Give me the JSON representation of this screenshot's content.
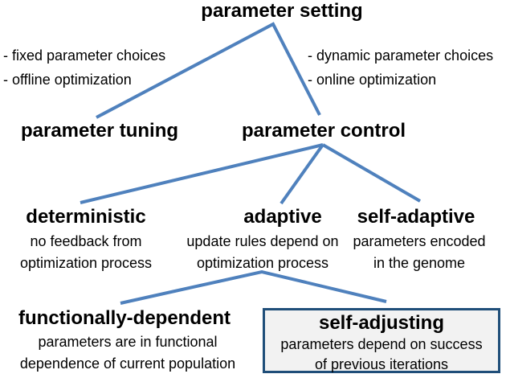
{
  "diagram": {
    "title": "parameter setting",
    "notes": {
      "left_line1": "- fixed parameter choices",
      "left_line2": "- offline optimization",
      "right_line1": "- dynamic parameter choices",
      "right_line2": "- online optimization"
    },
    "level2": {
      "tuning_label": "parameter tuning",
      "control_label": "parameter control"
    },
    "level3": {
      "deterministic": {
        "label": "deterministic",
        "desc_line1": "no feedback from",
        "desc_line2": "optimization process"
      },
      "adaptive": {
        "label": "adaptive",
        "desc_line1": "update rules depend on",
        "desc_line2": "optimization process"
      },
      "self_adaptive": {
        "label": "self-adaptive",
        "desc_line1": "parameters encoded",
        "desc_line2": "in the genome"
      }
    },
    "level4": {
      "functionally_dependent": {
        "label": "functionally-dependent",
        "desc_line1": "parameters are in functional",
        "desc_line2": "dependence of current population"
      },
      "self_adjusting": {
        "label": "self-adjusting",
        "desc_line1": "parameters depend on success",
        "desc_line2": "of previous iterations"
      }
    },
    "colors": {
      "connector_line": "#4F81BD",
      "box_border": "#1F4E79",
      "box_fill": "#F2F2F2",
      "text": "#000000",
      "background": "#FFFFFF"
    }
  }
}
